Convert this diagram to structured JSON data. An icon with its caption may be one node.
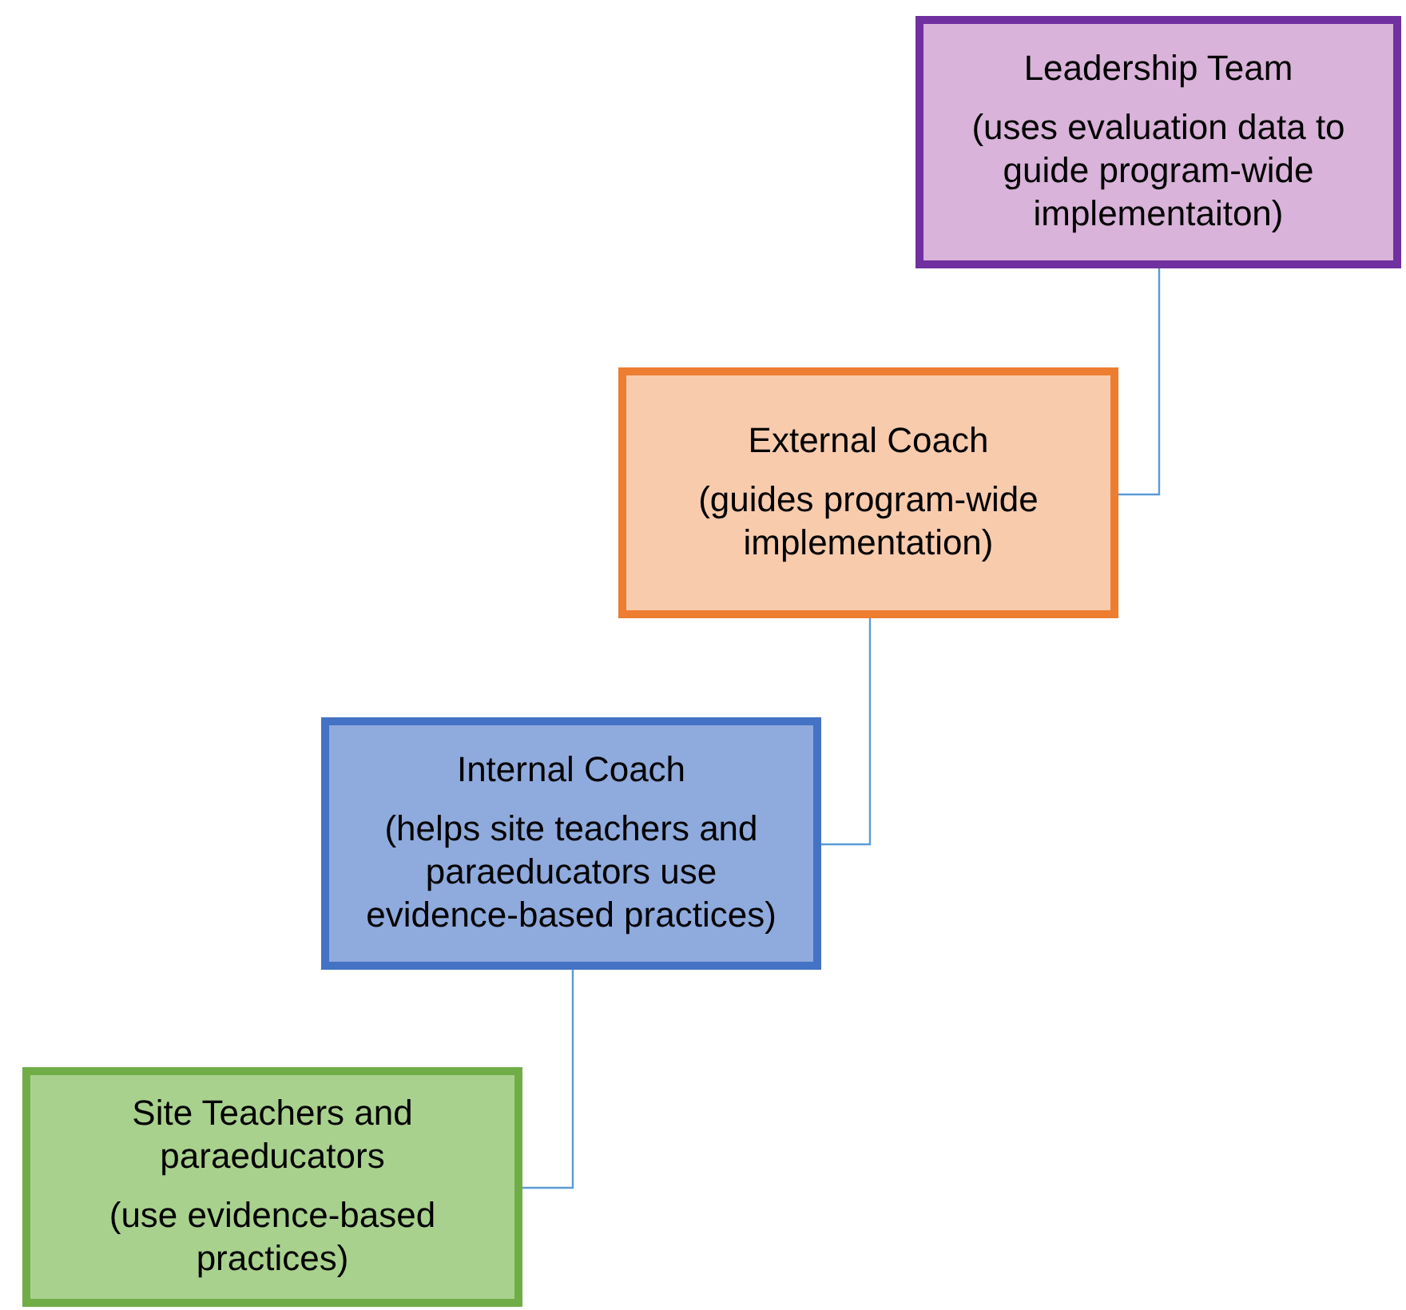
{
  "diagram": {
    "nodes": [
      {
        "text": [
          "Leadership Team",
          "(uses evaluation data to guide program-wide implementaiton)"
        ]
      },
      {
        "text": [
          "External Coach",
          "(guides program-wide implementation)"
        ]
      },
      {
        "text": [
          "Internal Coach",
          "(helps site teachers and paraeducators use evidence-based practices)"
        ]
      },
      {
        "text": [
          "Site Teachers and paraeducators",
          "(use evidence-based practices)"
        ]
      }
    ],
    "edges": [
      {
        "from": 0,
        "to": 1,
        "arrow": "none"
      },
      {
        "from": 1,
        "to": 2,
        "arrow": "none"
      },
      {
        "from": 2,
        "to": 3,
        "arrow": "none"
      }
    ]
  }
}
